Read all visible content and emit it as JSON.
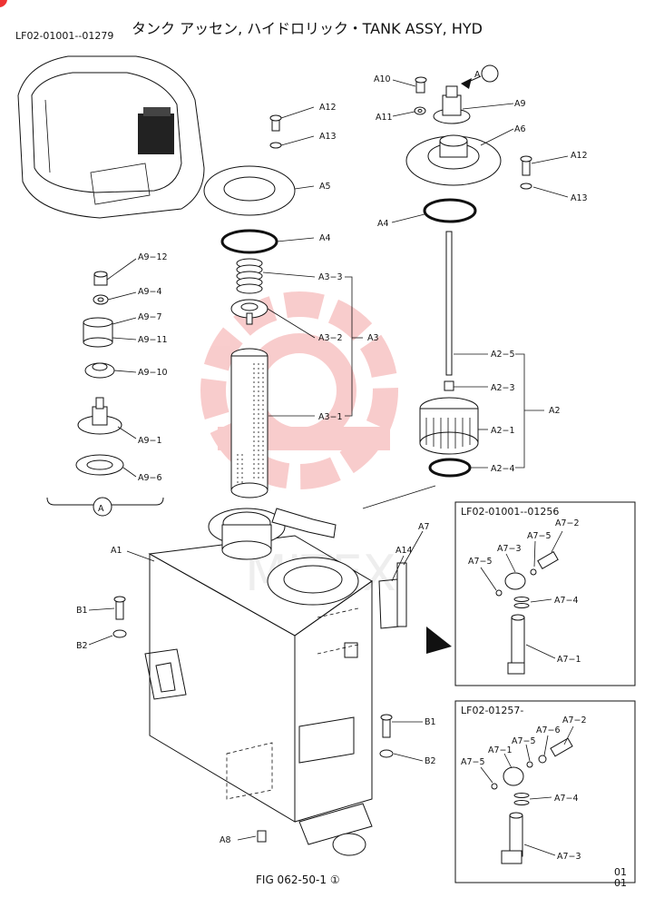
{
  "header": {
    "title": "タンク アッセン, ハイドロリック・TANK ASSY, HYD",
    "range": "LF02-01001--01279"
  },
  "footer": {
    "figure": "FIG 062-50-1 ①",
    "page_top": "01",
    "page_bottom": "01"
  },
  "insets": {
    "upper_title": "LF02-01001--01256",
    "lower_title": "LF02-01257-"
  },
  "detail_marker": "A",
  "callouts": {
    "a10": "A10",
    "a11": "A11",
    "a9": "A9",
    "a6": "A6",
    "a12_left": "A12",
    "a13_left": "A13",
    "a12_right": "A12",
    "a13_right": "A13",
    "a5": "A5",
    "a4_left": "A4",
    "a4_right": "A4",
    "a3_3": "A3−3",
    "a3_2": "A3−2",
    "a3": "A3",
    "a3_1": "A3−1",
    "a2_5": "A2−5",
    "a2_3": "A2−3",
    "a2": "A2",
    "a2_1": "A2−1",
    "a2_4": "A2−4",
    "a9_12": "A9−12",
    "a9_4": "A9−4",
    "a9_7": "A9−7",
    "a9_11": "A9−11",
    "a9_10": "A9−10",
    "a9_1": "A9−1",
    "a9_6": "A9−6",
    "a1": "A1",
    "a14": "A14",
    "a7": "A7",
    "b1_left": "B1",
    "b2_left": "B2",
    "b1_right": "B1",
    "b2_right": "B2",
    "a8": "A8",
    "u_a7_2": "A7−2",
    "u_a7_5a": "A7−5",
    "u_a7_3": "A7−3",
    "u_a7_5b": "A7−5",
    "u_a7_4": "A7−4",
    "u_a7_1": "A7−1",
    "l_a7_2": "A7−2",
    "l_a7_6": "A7−6",
    "l_a7_5a": "A7−5",
    "l_a7_1": "A7−1",
    "l_a7_5b": "A7−5",
    "l_a7_4": "A7−4",
    "l_a7_3": "A7−3"
  },
  "colors": {
    "line": "#111111",
    "watermark": "#e84a4a",
    "shade": "#222222"
  }
}
